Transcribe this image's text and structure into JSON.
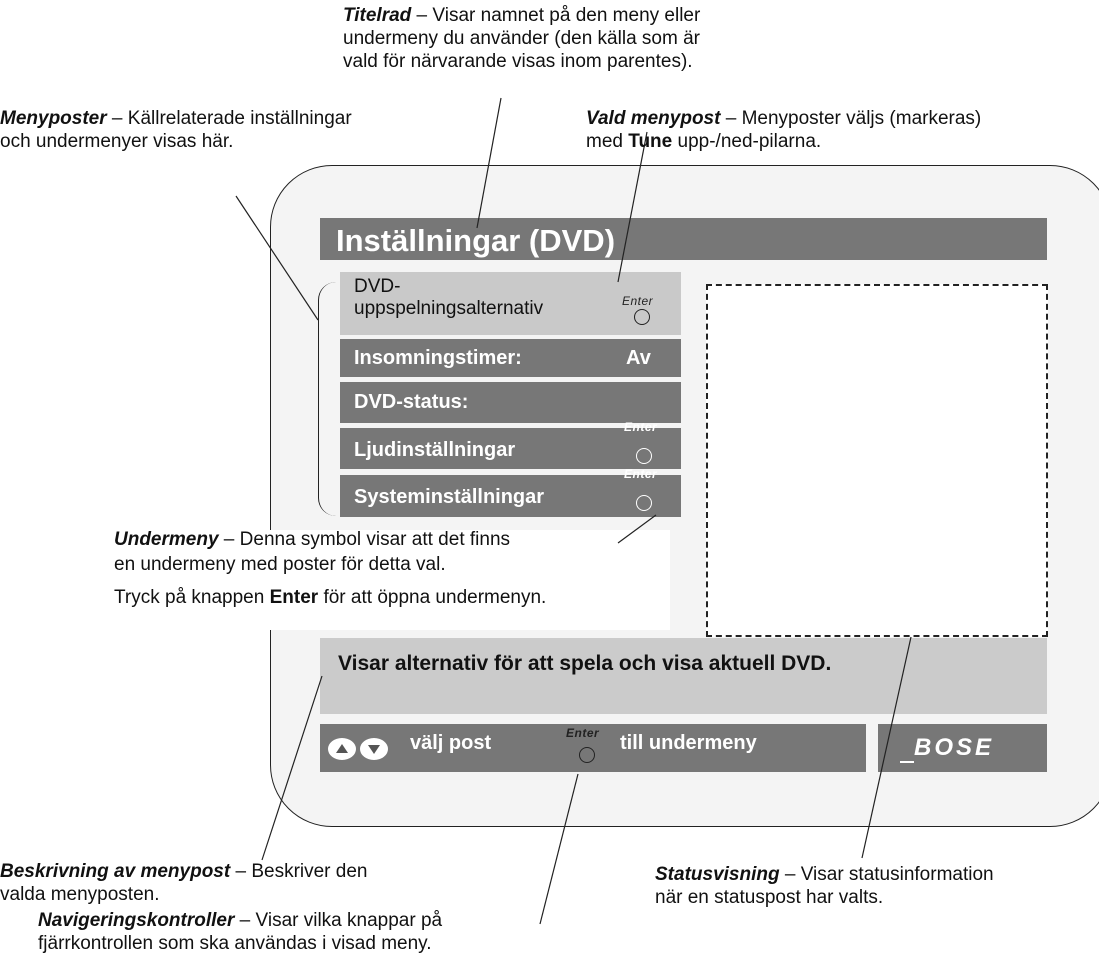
{
  "annotations": {
    "titelrad": {
      "term": "Titelrad",
      "line1": " – Visar namnet på den meny eller",
      "line2": "undermeny du använder (den källa som är",
      "line3": "vald för närvarande visas inom parentes)."
    },
    "menyposter": {
      "term": "Menyposter",
      "line1": " – Källrelaterade inställningar",
      "line2": "och undermenyer visas här."
    },
    "vald": {
      "term": "Vald menypost",
      "line1": " – Menyposter väljs (markeras)",
      "line2_pre": "med ",
      "line2_bold": "Tune",
      "line2_post": " upp-/ned-pilarna."
    },
    "undermeny": {
      "term": "Undermeny",
      "line1": " – Denna symbol visar att det finns",
      "line2": "en undermeny med poster för detta val.",
      "line3_pre": "Tryck på knappen ",
      "line3_bold": "Enter",
      "line3_post": " för att öppna undermenyn."
    },
    "beskrivning": {
      "term": "Beskrivning av menypost",
      "line1": " – Beskriver den",
      "line2": "valda menyposten."
    },
    "navigering": {
      "term": "Navigeringskontroller",
      "line1": " – Visar vilka knappar på",
      "line2": "fjärrkontrollen som ska användas i visad meny."
    },
    "statusvisning": {
      "term": "Statusvisning",
      "line1": " – Visar statusinformation",
      "line2": "när en statuspost har valts."
    }
  },
  "screen": {
    "title": "Inställningar (DVD)",
    "items": [
      {
        "line1": "DVD-",
        "line2": "uppspelningsalternativ"
      },
      {
        "label": "Insomningstimer:",
        "value": "Av"
      },
      {
        "label": "DVD-status:"
      },
      {
        "label": "Ljudinställningar"
      },
      {
        "label": "Systeminställningar"
      }
    ],
    "enter_text": "Enter",
    "description": "Visar alternativ för att spela och visa aktuell DVD.",
    "nav": {
      "select_label": "välj post",
      "submenu_label": "till undermeny"
    },
    "logo_text": "BOSE"
  },
  "colors": {
    "bar": "#777777",
    "selected": "#c9c9c9",
    "description_bg": "#cbcbcb",
    "screen_bg": "#f4f4f4"
  }
}
